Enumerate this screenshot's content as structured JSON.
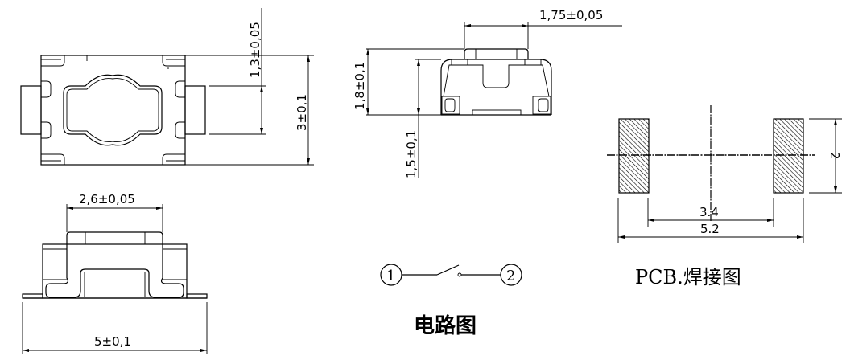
{
  "drawing": {
    "top_view": {
      "dim_terminal_width": "1,3±0,05",
      "dim_body_height": "3±0,1"
    },
    "front_view": {
      "dim_actuator_width": "2,6±0,05",
      "dim_total_width": "5±0,1"
    },
    "side_view": {
      "dim_actuator_depth": "1,75±0,05",
      "dim_total_height": "1,8±0,1",
      "dim_body_height": "1,5±0,1"
    },
    "pcb_layout": {
      "dim_pad_height": "2",
      "dim_inner_spacing": "3.4",
      "dim_outer_spacing": "5.2",
      "title": "PCB.焊接图"
    },
    "circuit": {
      "pin1": "1",
      "pin2": "2",
      "title": "电路图"
    }
  }
}
